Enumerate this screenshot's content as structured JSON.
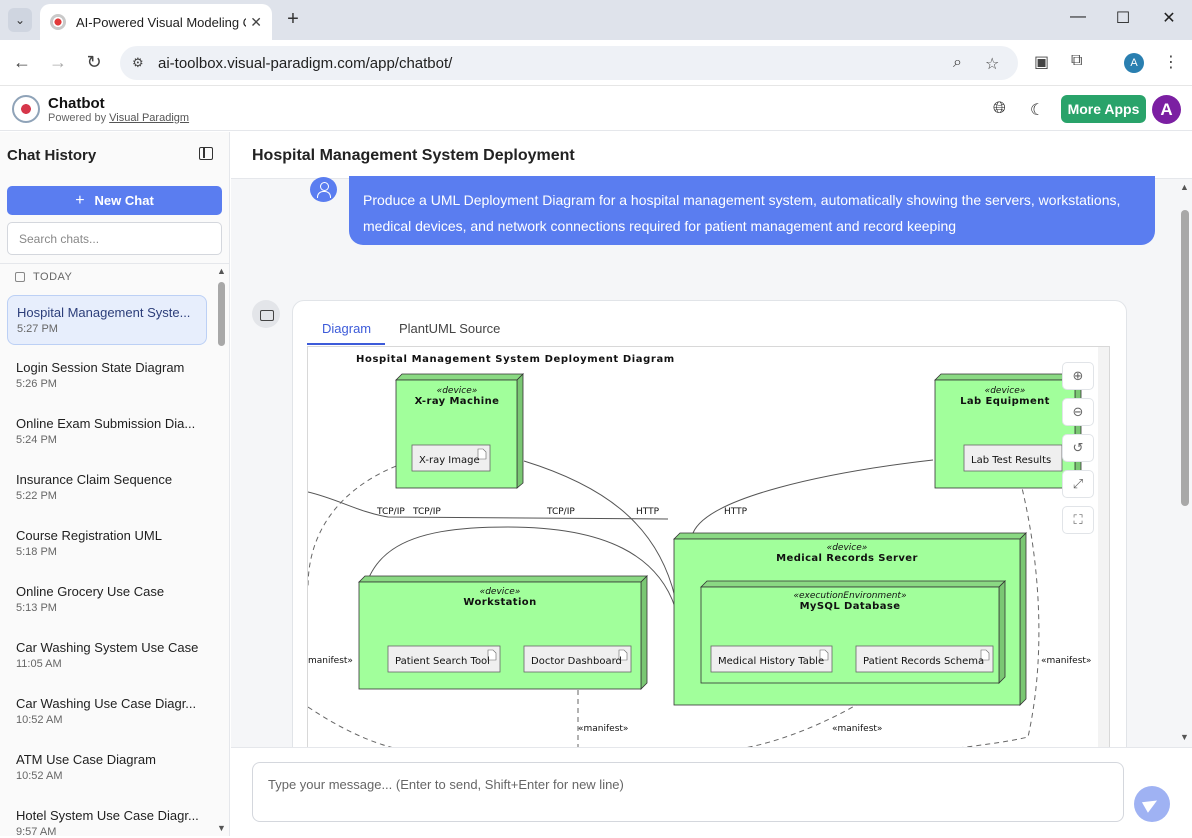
{
  "browser": {
    "tab_title": "AI-Powered Visual Modeling Ch",
    "url": "ai-toolbox.visual-paradigm.com/app/chatbot/",
    "profile_initial": "A"
  },
  "app": {
    "brand": "Chatbot",
    "powered_prefix": "Powered by",
    "powered_link": "Visual Paradigm",
    "more_apps": "More Apps",
    "avatar_initial": "A"
  },
  "sidebar": {
    "title": "Chat History",
    "new_chat": "New Chat",
    "search_placeholder": "Search chats...",
    "group_label": "TODAY",
    "items": [
      {
        "title": "Hospital Management Syste...",
        "time": "5:27 PM"
      },
      {
        "title": "Login Session State Diagram",
        "time": "5:26 PM"
      },
      {
        "title": "Online Exam Submission Dia...",
        "time": "5:24 PM"
      },
      {
        "title": "Insurance Claim Sequence",
        "time": "5:22 PM"
      },
      {
        "title": "Course Registration UML",
        "time": "5:18 PM"
      },
      {
        "title": "Online Grocery Use Case",
        "time": "5:13 PM"
      },
      {
        "title": "Car Washing System Use Case",
        "time": "11:05 AM"
      },
      {
        "title": "Car Washing Use Case Diagr...",
        "time": "10:52 AM"
      },
      {
        "title": "ATM Use Case Diagram",
        "time": "10:52 AM"
      },
      {
        "title": "Hotel System Use Case Diagr...",
        "time": "9:57 AM"
      }
    ]
  },
  "main": {
    "title": "Hospital Management System Deployment",
    "user_message": "Produce a UML Deployment Diagram for a hospital management system, automatically showing the servers, workstations, medical devices, and network connections required for patient management and record keeping",
    "tabs": [
      "Diagram",
      "PlantUML Source"
    ],
    "composer_placeholder": "Type your message... (Enter to send, Shift+Enter for new line)"
  },
  "diagram": {
    "title": "Hospital Management System Deployment Diagram",
    "stereo_device": "«device»",
    "stereo_env": "«executionEnvironment»",
    "nodes": {
      "xray": "X-ray Machine",
      "lab": "Lab Equipment",
      "workstation": "Workstation",
      "server": "Medical Records Server",
      "db": "MySQL Database"
    },
    "artifacts": {
      "xray_image": "X-ray Image",
      "lab_results": "Lab Test Results",
      "patient_search": "Patient Search Tool",
      "doctor_dashboard": "Doctor Dashboard",
      "medical_history": "Medical History Table",
      "patient_records": "Patient Records Schema"
    },
    "labels": {
      "tcpip": "TCP/IP",
      "http": "HTTP",
      "manifest": "«manifest»",
      "manifest_cut": "manifest»"
    },
    "colors": {
      "node_fill": "#a1ff9b",
      "accent": "#5a7df0",
      "more_apps": "#29a36a"
    }
  }
}
